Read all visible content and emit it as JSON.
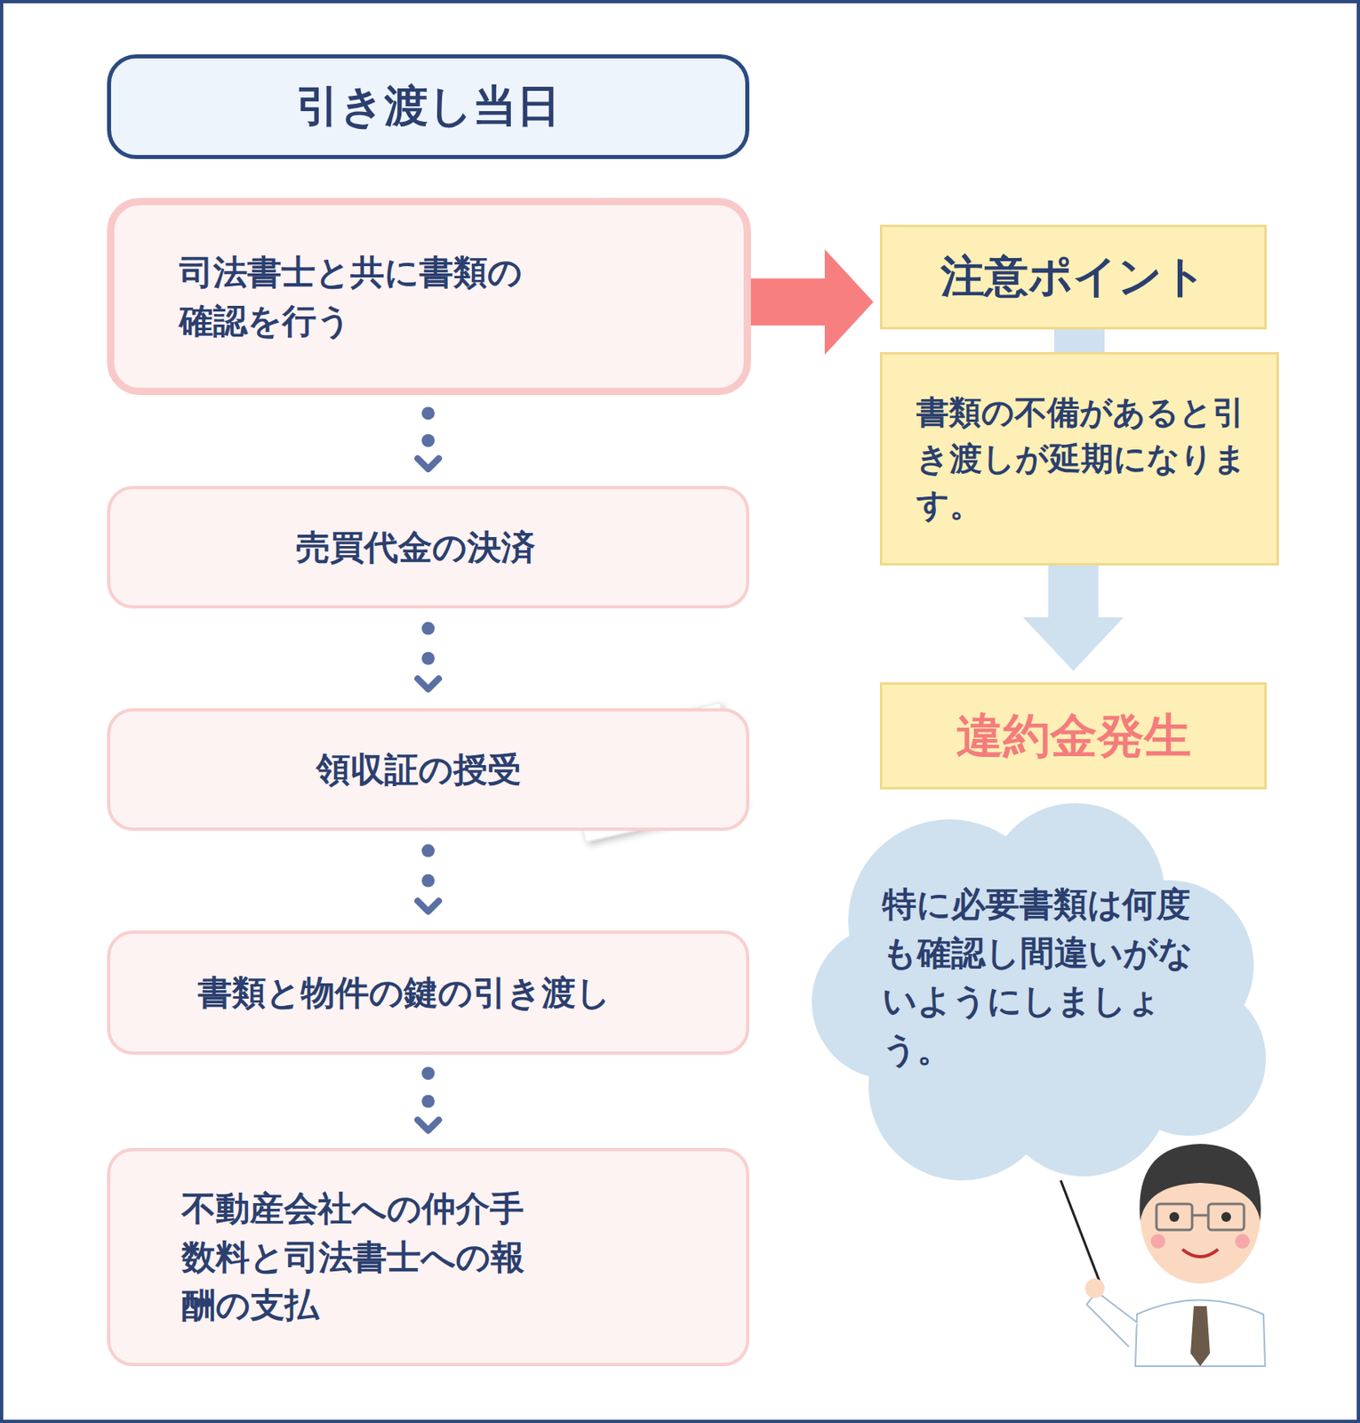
{
  "diagram": {
    "nodes": [
      {
        "text": [
          "引き渡し当日"
        ]
      },
      {
        "text": [
          "司法書士と共に書類の確認を行う"
        ]
      },
      {
        "text": [
          "売買代金の決済"
        ]
      },
      {
        "text": [
          "領収証の授受"
        ]
      },
      {
        "text": [
          "書類と物件の鍵の引き渡し"
        ]
      },
      {
        "text": [
          "不動産会社への仲介手数料と司法書士への報酬の支払"
        ]
      },
      {
        "text": [
          "注意ポイント"
        ]
      },
      {
        "text": [
          "書類の不備があると引き渡しが延期になります。"
        ]
      },
      {
        "text": [
          "違約金発生"
        ]
      },
      {
        "text": [
          "特に必要書類は何度も確認し間違いがないようにしましょう。"
        ]
      }
    ],
    "edges": [
      {
        "from": 1,
        "to": 2,
        "arrow": "to"
      },
      {
        "from": 2,
        "to": 3,
        "arrow": "to"
      },
      {
        "from": 3,
        "to": 4,
        "arrow": "to"
      },
      {
        "from": 4,
        "to": 5,
        "arrow": "to"
      },
      {
        "from": 1,
        "to": 6,
        "arrow": "to"
      },
      {
        "from": 6,
        "to": 7,
        "arrow": "none"
      },
      {
        "from": 7,
        "to": 8,
        "arrow": "to"
      }
    ]
  }
}
